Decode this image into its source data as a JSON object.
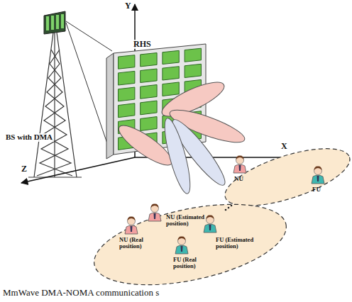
{
  "diagram": {
    "caption": "MmWave DMA-NOMA communication s",
    "nodes": [
      {
        "text": [
          "BS with DMA"
        ]
      },
      {
        "text": [
          "RHS"
        ]
      }
    ],
    "labels": [
      "Y",
      "X",
      "Z",
      "NU",
      "FU",
      "NU (Estimated position)",
      "NU (Real position)",
      "FU (Real position)",
      "FU (Estimated position)"
    ]
  }
}
